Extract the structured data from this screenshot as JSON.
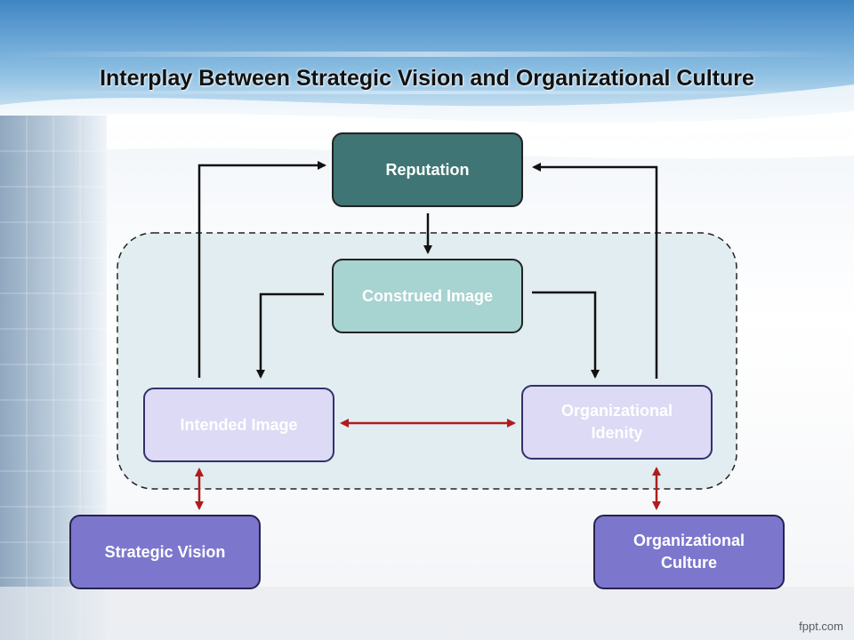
{
  "title": "Interplay Between Strategic Vision and Organizational Culture",
  "nodes": {
    "reputation": "Reputation",
    "construed_image": "Construed Image",
    "intended_image": "Intended Image",
    "organizational_identity": [
      "Organizational",
      "Idenity"
    ],
    "strategic_vision": "Strategic Vision",
    "organizational_culture": [
      "Organizational",
      "Culture"
    ]
  },
  "watermark": "fppt.com",
  "colors": {
    "reputation_fill": "#3f7574",
    "construed_fill": "#a7d3d1",
    "inner_fill": "#dcdaf4",
    "outer_fill": "#7c77cd",
    "red_arrow": "#b01c1c",
    "dashed_region": "#ddeaee"
  }
}
